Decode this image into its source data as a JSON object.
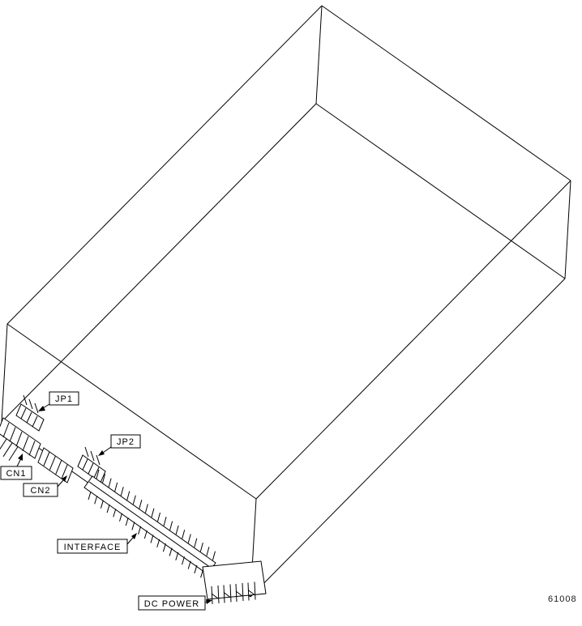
{
  "figure": {
    "number": "61008"
  },
  "callouts": {
    "jp1": {
      "label": "JP1"
    },
    "jp2": {
      "label": "JP2"
    },
    "cn1": {
      "label": "CN1"
    },
    "cn2": {
      "label": "CN2"
    },
    "interface": {
      "label": "INTERFACE"
    },
    "dc_power": {
      "label": "DC POWER"
    }
  },
  "colors": {
    "line": "#000000",
    "background": "#ffffff"
  }
}
